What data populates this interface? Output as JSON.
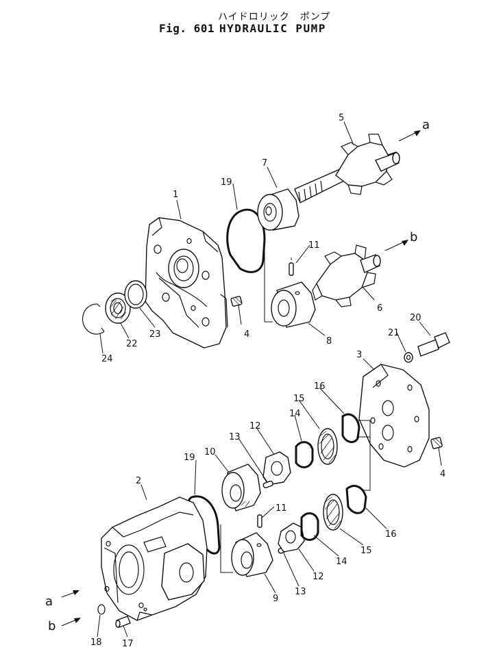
{
  "header": {
    "japanese_title": "ハイドロリック　ポンプ",
    "figure_number": "Fig. 601",
    "title": "HYDRAULIC PUMP"
  },
  "callouts": [
    {
      "id": "c1",
      "text": "1"
    },
    {
      "id": "c2",
      "text": "2"
    },
    {
      "id": "c3",
      "text": "3"
    },
    {
      "id": "c4a",
      "text": "4"
    },
    {
      "id": "c4b",
      "text": "4"
    },
    {
      "id": "c5",
      "text": "5"
    },
    {
      "id": "c6",
      "text": "6"
    },
    {
      "id": "c7",
      "text": "7"
    },
    {
      "id": "c8",
      "text": "8"
    },
    {
      "id": "c9",
      "text": "9"
    },
    {
      "id": "c10",
      "text": "10"
    },
    {
      "id": "c11a",
      "text": "11"
    },
    {
      "id": "c11b",
      "text": "11"
    },
    {
      "id": "c12a",
      "text": "12"
    },
    {
      "id": "c12b",
      "text": "12"
    },
    {
      "id": "c13a",
      "text": "13"
    },
    {
      "id": "c13b",
      "text": "13"
    },
    {
      "id": "c14a",
      "text": "14"
    },
    {
      "id": "c14b",
      "text": "14"
    },
    {
      "id": "c15a",
      "text": "15"
    },
    {
      "id": "c15b",
      "text": "15"
    },
    {
      "id": "c16a",
      "text": "16"
    },
    {
      "id": "c16b",
      "text": "16"
    },
    {
      "id": "c17",
      "text": "17"
    },
    {
      "id": "c18",
      "text": "18"
    },
    {
      "id": "c19a",
      "text": "19"
    },
    {
      "id": "c19b",
      "text": "19"
    },
    {
      "id": "c20",
      "text": "20"
    },
    {
      "id": "c21",
      "text": "21"
    },
    {
      "id": "c22",
      "text": "22"
    },
    {
      "id": "c23",
      "text": "23"
    },
    {
      "id": "c24",
      "text": "24"
    }
  ],
  "flow_labels": {
    "a_top": "a",
    "b_top": "b",
    "a_bottom": "a",
    "b_bottom": "b"
  }
}
